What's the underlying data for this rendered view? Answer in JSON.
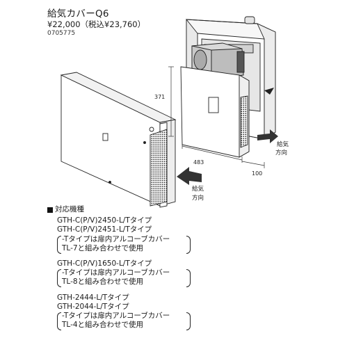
{
  "product": {
    "title": "給気カバーQ6",
    "price": "¥22,000（税込¥23,760）",
    "code": "0705775"
  },
  "figure": {
    "dim_height": "371",
    "dim_width": "483",
    "dim_depth": "100",
    "airflow_label_right": [
      "給気",
      "方向"
    ],
    "airflow_label_front": [
      "給気",
      "方向"
    ]
  },
  "compat": {
    "heading": "対応機種",
    "groups": [
      {
        "models": [
          "GTH-C(P/V)2450-L/Tタイプ",
          "GTH-C(P/V)2451-L/Tタイプ"
        ],
        "note": [
          "-Tタイプは扉内アルコーブカバー",
          "TL-7と組み合わせで使用"
        ]
      },
      {
        "models": [
          "GTH-C(P/V)1650-L/Tタイプ"
        ],
        "note": [
          "-Tタイプは扉内アルコーブカバー",
          "TL-8と組み合わせで使用"
        ]
      },
      {
        "models": [
          "GTH-2444-L/Tタイプ",
          "GTH-2044-L/Tタイプ"
        ],
        "note": [
          "-Tタイプは扉内アルコーブカバー",
          "TL-4と組み合わせで使用"
        ]
      }
    ]
  }
}
